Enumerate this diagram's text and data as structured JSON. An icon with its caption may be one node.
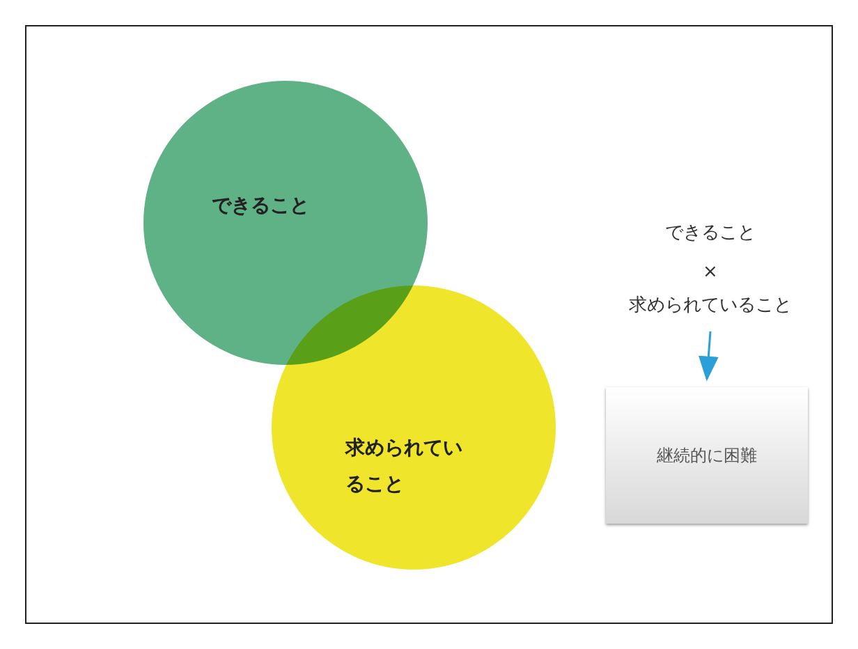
{
  "diagram": {
    "nodes": [
      {
        "text": [
          "できること"
        ]
      },
      {
        "text": [
          "求められていること"
        ]
      },
      {
        "text": [
          "できること",
          "×",
          "求められていること"
        ]
      },
      {
        "text": [
          "継続的に困難"
        ]
      }
    ],
    "edges": [
      {
        "from": 2,
        "to": 3,
        "arrow": "to",
        "color": "#2b9fd8"
      }
    ]
  }
}
